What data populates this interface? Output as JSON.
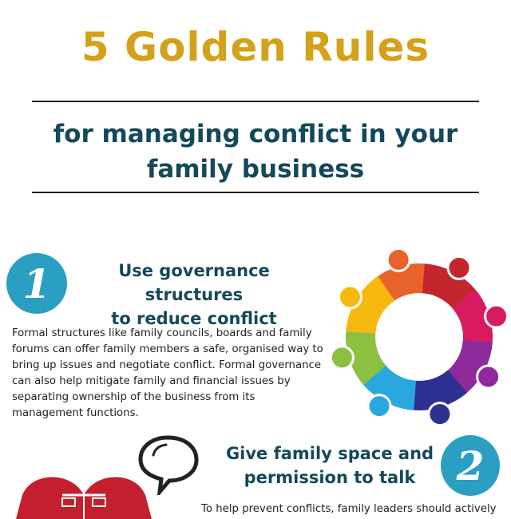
{
  "header": {
    "title": "5 Golden Rules",
    "subtitle": "for managing conflict in your family business"
  },
  "rules": [
    {
      "number": "1",
      "heading_line1": "Use governance structures",
      "heading_line2": "to reduce conflict",
      "body": "Formal structures like family councils, boards and family forums can offer family members a safe, organised way to bring up issues and negotiate conflict. Formal governance can also help mitigate family and financial issues by separating ownership of the business from its management functions.",
      "icon": "people-circle-icon"
    },
    {
      "number": "2",
      "heading_line1": "Give family space and",
      "heading_line2": "permission to talk",
      "body": "To help prevent conflicts, family leaders should actively",
      "icons": [
        "speech-bubble-icon",
        "heart-scales-icon"
      ]
    }
  ],
  "colors": {
    "title": "#d3a11b",
    "heading": "#14485a",
    "number_circle": "#2a9fc1",
    "heart": "#c41f2e",
    "people": [
      "#e8632b",
      "#c4262e",
      "#d81b60",
      "#8e2a9c",
      "#2e3192",
      "#29a8e0",
      "#8cc043",
      "#f5b90f"
    ]
  }
}
